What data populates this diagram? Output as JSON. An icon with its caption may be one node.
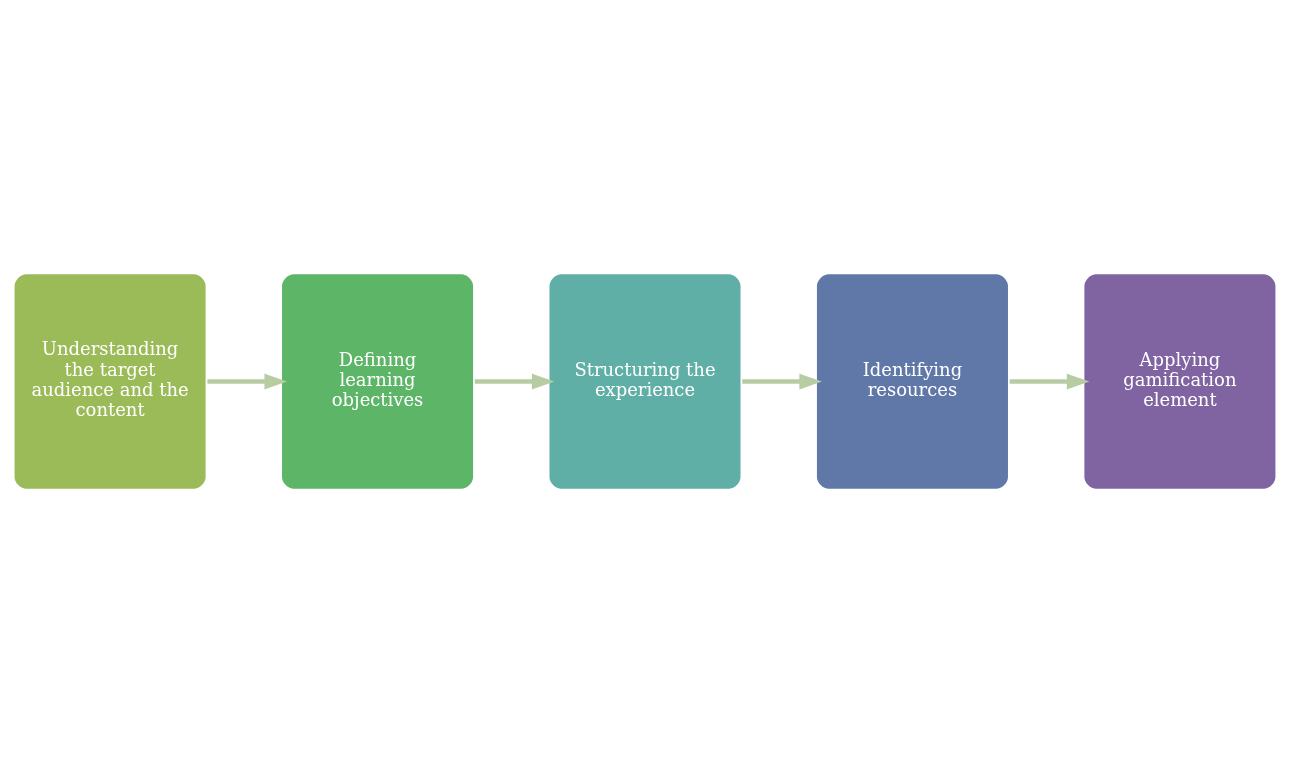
{
  "diagram": {
    "nodes": [
      {
        "text": [
          "Understanding the target audience and the content"
        ]
      },
      {
        "text": [
          "Defining learning objectives"
        ]
      },
      {
        "text": [
          "Structuring the experience"
        ]
      },
      {
        "text": [
          "Identifying resources"
        ]
      },
      {
        "text": [
          "Applying gamification element"
        ]
      }
    ],
    "edges": [
      {
        "from": 0,
        "to": 1,
        "arrow": "to"
      },
      {
        "from": 1,
        "to": 2,
        "arrow": "to"
      },
      {
        "from": 2,
        "to": 3,
        "arrow": "to"
      },
      {
        "from": 3,
        "to": 4,
        "arrow": "to"
      }
    ]
  }
}
